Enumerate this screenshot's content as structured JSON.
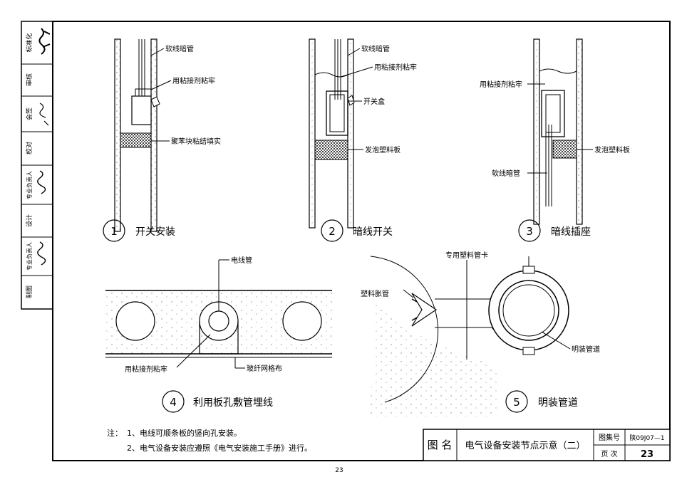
{
  "side_column": {
    "cells": [
      "标准化",
      "审核",
      "会签",
      "校对",
      "专业负责人",
      "设计",
      "专业负责人",
      "制图"
    ]
  },
  "detail1": {
    "number": "1",
    "caption": "开关安装",
    "labels": [
      "软线暗管",
      "用粘接剂粘牢",
      "聚苯块粘结填实"
    ]
  },
  "detail2": {
    "number": "2",
    "caption": "暗线开关",
    "labels": [
      "软线暗管",
      "用粘接剂粘牢",
      "开关盒",
      "发泡塑料板"
    ]
  },
  "detail3": {
    "number": "3",
    "caption": "暗线插座",
    "labels": [
      "用粘接剂粘牢",
      "发泡塑料板",
      "软线暗管"
    ]
  },
  "detail4": {
    "number": "4",
    "caption": "利用板孔敷管埋线",
    "labels": [
      "电线管",
      "用粘接剂粘牢",
      "玻纤网格布"
    ]
  },
  "detail5": {
    "number": "5",
    "caption": "明装管道",
    "labels": [
      "专用塑料管卡",
      "塑料胀管",
      "明装管道"
    ]
  },
  "notes": {
    "lead": "注：",
    "items": [
      "1、电线可顺条板的竖向孔安装。",
      "2、电气设备安装应遵照《电气安装施工手册》进行。"
    ]
  },
  "title_block": {
    "name_label": "图 名",
    "title": "电气设备安装节点示意（二）",
    "atlas_label": "图集号",
    "atlas_no": "陕09J07—1",
    "page_label": "页 次",
    "page_no": "23"
  },
  "footer_page": "23"
}
